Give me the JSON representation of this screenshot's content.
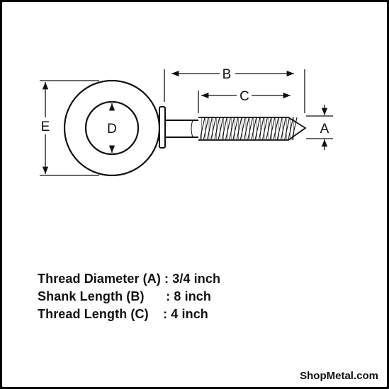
{
  "diagram": {
    "labels": {
      "a": "A",
      "b": "B",
      "c": "C",
      "d": "D",
      "e": "E"
    }
  },
  "specs": [
    {
      "text": "Thread Diameter (A) : 3/4 inch"
    },
    {
      "text": "Shank Length (B)      : 8 inch"
    },
    {
      "text": "Thread Length (C)    : 4 inch"
    }
  ],
  "brand": {
    "watermark": "ShopMetal.com"
  }
}
